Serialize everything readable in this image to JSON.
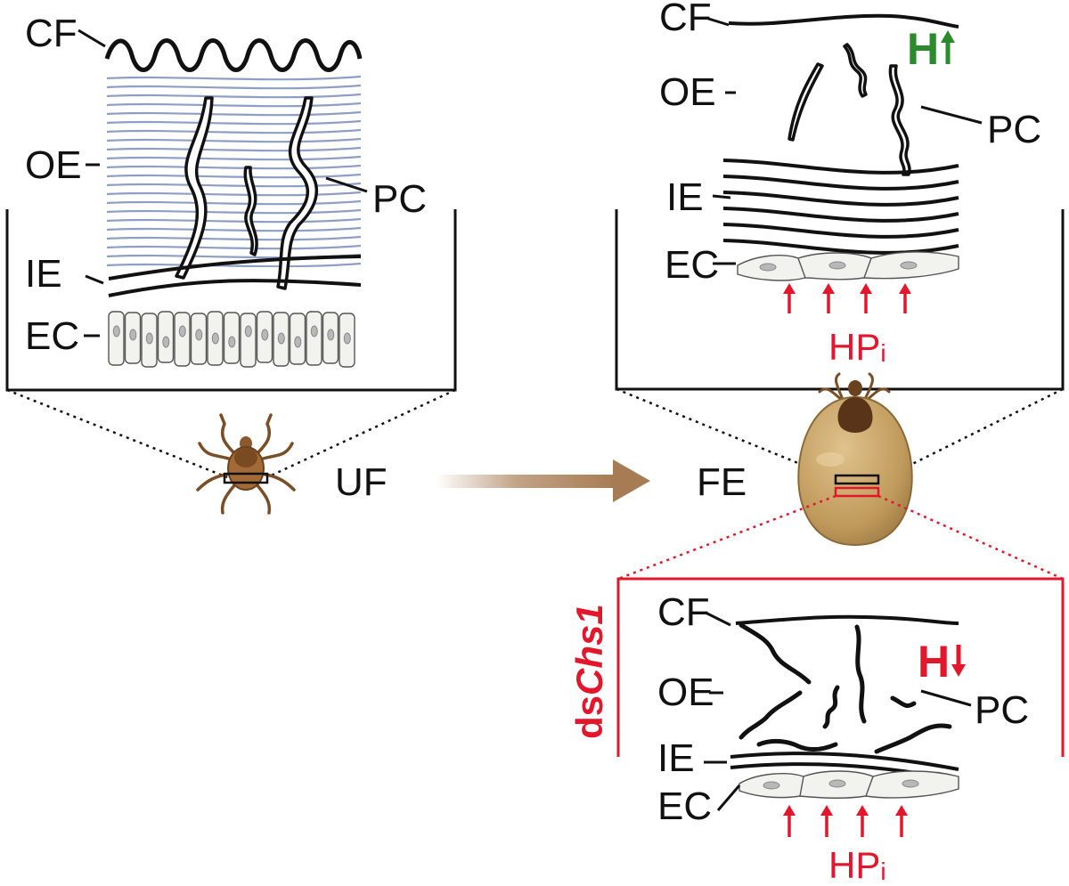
{
  "panels": {
    "unfed": {
      "layer_labels": {
        "cf": "CF",
        "oe": "OE",
        "ie": "IE",
        "ec": "EC",
        "pc": "PC"
      },
      "stage_label": "UF"
    },
    "fed": {
      "layer_labels": {
        "cf": "CF",
        "oe": "OE",
        "ie": "IE",
        "ec": "EC",
        "pc": "PC"
      },
      "stage_label": "FE",
      "hardness_letter": "H",
      "hardness_arrow": "↑",
      "pressure_label": "HP",
      "pressure_subscript": "i"
    },
    "dschs1": {
      "treatment_prefix": "ds",
      "treatment_gene": "Chs1",
      "layer_labels": {
        "cf": "CF",
        "oe": "OE",
        "ie": "IE",
        "ec": "EC",
        "pc": "PC"
      },
      "hardness_letter": "H",
      "hardness_arrow": "↓",
      "pressure_label": "HP",
      "pressure_subscript": "i"
    }
  },
  "colors": {
    "oe_fill_lines": "#8f9fc4",
    "hardness_up": "#2b8a2b",
    "hardness_down": "#e3172b",
    "pressure": "#e3172b",
    "transition_arrow": "#a77c54",
    "tick_unfed": "#8a5a2e",
    "tick_engorged": "#b8965c"
  },
  "icons": {
    "unfed_tick": "unfed-tick-icon",
    "engorged_tick": "engorged-tick-icon",
    "transition": "gradient-arrow-icon"
  }
}
